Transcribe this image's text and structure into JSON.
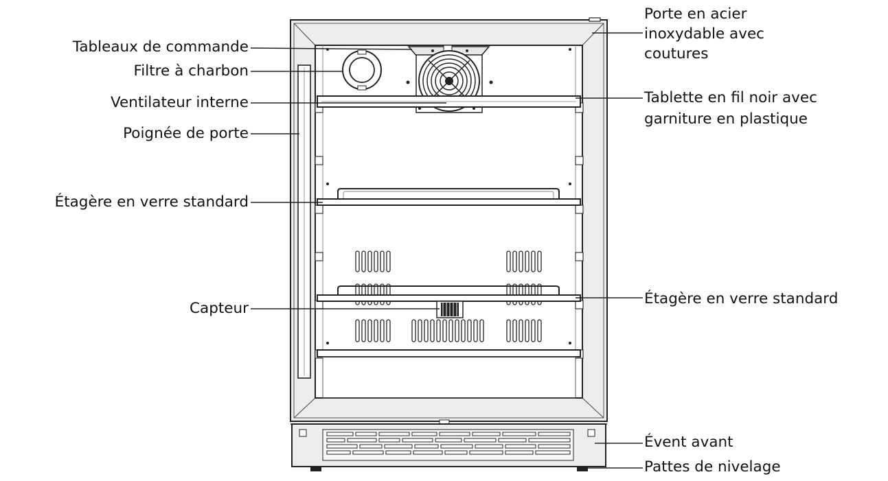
{
  "callouts": {
    "control_panel": "Tableaux de commande",
    "charcoal_filter": "Filtre à charbon",
    "internal_fan": "Ventilateur interne",
    "door_handle": "Poignée de porte",
    "glass_shelf_left": "Étagère en verre standard",
    "sensor": "Capteur",
    "door_line1": "Porte en acier",
    "door_line2": "inoxydable avec",
    "door_line3": "coutures",
    "wire_shelf_line1": "Tablette en fil noir avec",
    "wire_shelf_line2": "garniture en plastique",
    "glass_shelf_right": "Étagère en verre standard",
    "front_vent": "Évent avant",
    "leveling_legs": "Pattes de nivelage"
  },
  "colors": {
    "outline": "#222222",
    "door_frame": "#ededed",
    "interior": "#ffffff",
    "text": "#111111"
  }
}
